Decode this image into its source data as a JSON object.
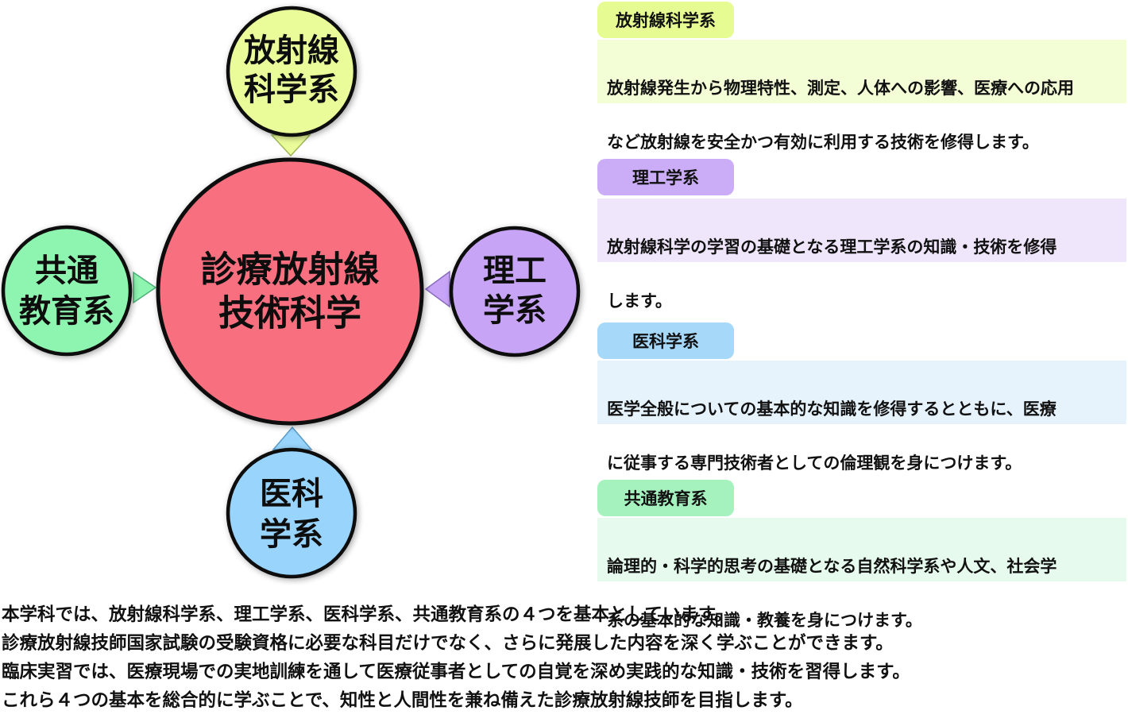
{
  "center": {
    "line1": "診療放射線",
    "line2": "技術科学",
    "color": "#f8707f"
  },
  "nodes": {
    "radiation": {
      "line1": "放射線",
      "line2": "科学系",
      "color": "#eafc99"
    },
    "engineering": {
      "line1": "理工",
      "line2": "学系",
      "color": "#c8a4f6"
    },
    "medical": {
      "line1": "医科",
      "line2": "学系",
      "color": "#98d4fc"
    },
    "common": {
      "line1": "共通",
      "line2": "教育系",
      "color": "#8ef5b0"
    }
  },
  "sections": [
    {
      "label": "放射線科学系",
      "label_color": "#e6fb92",
      "box_color": "#f3fdd6",
      "lines": [
        "放射線発生から物理特性、測定、人体への影響、医療への応用",
        "など放射線を安全かつ有効に利用する技術を修得します。"
      ]
    },
    {
      "label": "理工学系",
      "label_color": "#cbadf7",
      "box_color": "#efe6fc",
      "lines": [
        "放射線科学の学習の基礎となる理工学系の知識・技術を修得",
        "します。"
      ]
    },
    {
      "label": "医科学系",
      "label_color": "#a6d8fa",
      "box_color": "#e6f3fd",
      "lines": [
        "医学全般についての基本的な知識を修得するとともに、医療",
        "に従事する専門技術者としての倫理観を身につけます。"
      ]
    },
    {
      "label": "共通教育系",
      "label_color": "#a5f2bf",
      "box_color": "#e6fbed",
      "lines": [
        "論理的・科学的思考の基礎となる自然科学系や人文、社会学",
        "系の基本的な知識・教養を身につけます。"
      ]
    }
  ],
  "footer": [
    "本学科では、放射線科学系、理工学系、医科学系、共通教育系の４つを基本としています。",
    "診療放射線技師国家試験の受験資格に必要な科目だけでなく、さらに発展した内容を深く学ぶことができます。",
    "臨床実習では、医療現場での実地訓練を通して医療従事者としての自覚を深め実践的な知識・技術を習得します。",
    "これら４つの基本を総合的に学ぶことで、知性と人間性を兼ね備えた診療放射線技師を目指します。"
  ]
}
